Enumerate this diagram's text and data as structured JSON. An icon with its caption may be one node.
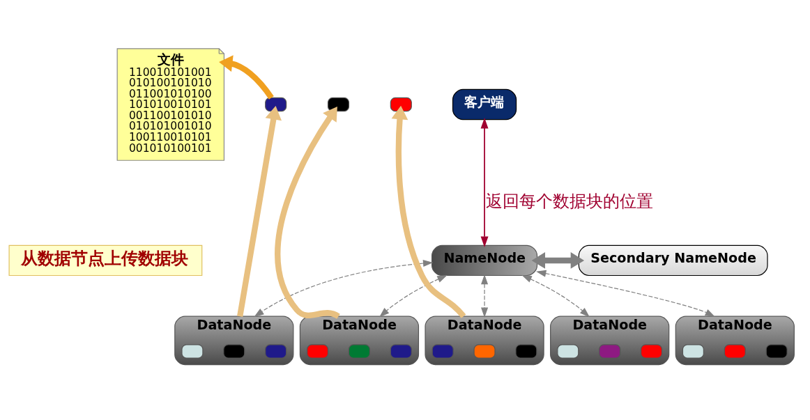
{
  "diagram": {
    "nodes": [
      {
        "text": [
          "文件",
          "110010101001 010100101010 011001010100 101010010101 001100101010 010101001010 100110010101 001010100101"
        ]
      },
      {
        "text": [],
        "shape": "box"
      },
      {
        "text": [],
        "shape": "box"
      },
      {
        "text": [],
        "shape": "box"
      },
      {
        "text": [
          "客户端"
        ]
      },
      {
        "text": [
          "NameNode"
        ]
      },
      {
        "text": [
          "Secondary NameNode"
        ]
      },
      {
        "text": [
          "DataNode"
        ]
      },
      {
        "text": [],
        "shape": "box",
        "in": 7
      },
      {
        "text": [],
        "shape": "box",
        "in": 7
      },
      {
        "text": [],
        "shape": "box",
        "in": 7
      },
      {
        "text": [
          "DataNode"
        ]
      },
      {
        "text": [],
        "shape": "box",
        "in": 11
      },
      {
        "text": [],
        "shape": "box",
        "in": 11
      },
      {
        "text": [],
        "shape": "box",
        "in": 11
      },
      {
        "text": [
          "DataNode"
        ]
      },
      {
        "text": [],
        "shape": "box",
        "in": 15
      },
      {
        "text": [],
        "shape": "box",
        "in": 15
      },
      {
        "text": [],
        "shape": "box",
        "in": 15
      },
      {
        "text": [
          "DataNode"
        ]
      },
      {
        "text": [],
        "shape": "box",
        "in": 19
      },
      {
        "text": [],
        "shape": "box",
        "in": 19
      },
      {
        "text": [],
        "shape": "box",
        "in": 19
      },
      {
        "text": [
          "DataNode"
        ]
      },
      {
        "text": [],
        "shape": "box",
        "in": 23
      },
      {
        "text": [],
        "shape": "box",
        "in": 23
      },
      {
        "text": [],
        "shape": "box",
        "in": 23
      }
    ],
    "edges": [
      {
        "from": 1,
        "to": 0,
        "arrow": "to",
        "style": "thick",
        "color": "#f0a020"
      },
      {
        "from": 4,
        "to": 5,
        "arrow": "both",
        "label": "返回每个数据块的位置",
        "color": "#a00030"
      },
      {
        "from": 5,
        "to": 6,
        "arrow": "both",
        "style": "thick"
      },
      {
        "from": 5,
        "to": 7,
        "arrow": "both",
        "style": "dashed"
      },
      {
        "from": 5,
        "to": 11,
        "arrow": "both",
        "style": "dashed"
      },
      {
        "from": 5,
        "to": 15,
        "arrow": "both",
        "style": "dashed"
      },
      {
        "from": 5,
        "to": 19,
        "arrow": "both",
        "style": "dashed"
      },
      {
        "from": 5,
        "to": 23,
        "arrow": "both",
        "style": "dashed"
      },
      {
        "from": 7,
        "to": 1,
        "arrow": "to",
        "style": "thick",
        "color": "#e8c080"
      },
      {
        "from": 11,
        "to": 2,
        "arrow": "to",
        "style": "thick",
        "color": "#e8c080"
      },
      {
        "from": 15,
        "to": 3,
        "arrow": "to",
        "style": "thick",
        "color": "#e8c080"
      }
    ],
    "labels": [
      "从数据节点上传数据块"
    ]
  }
}
